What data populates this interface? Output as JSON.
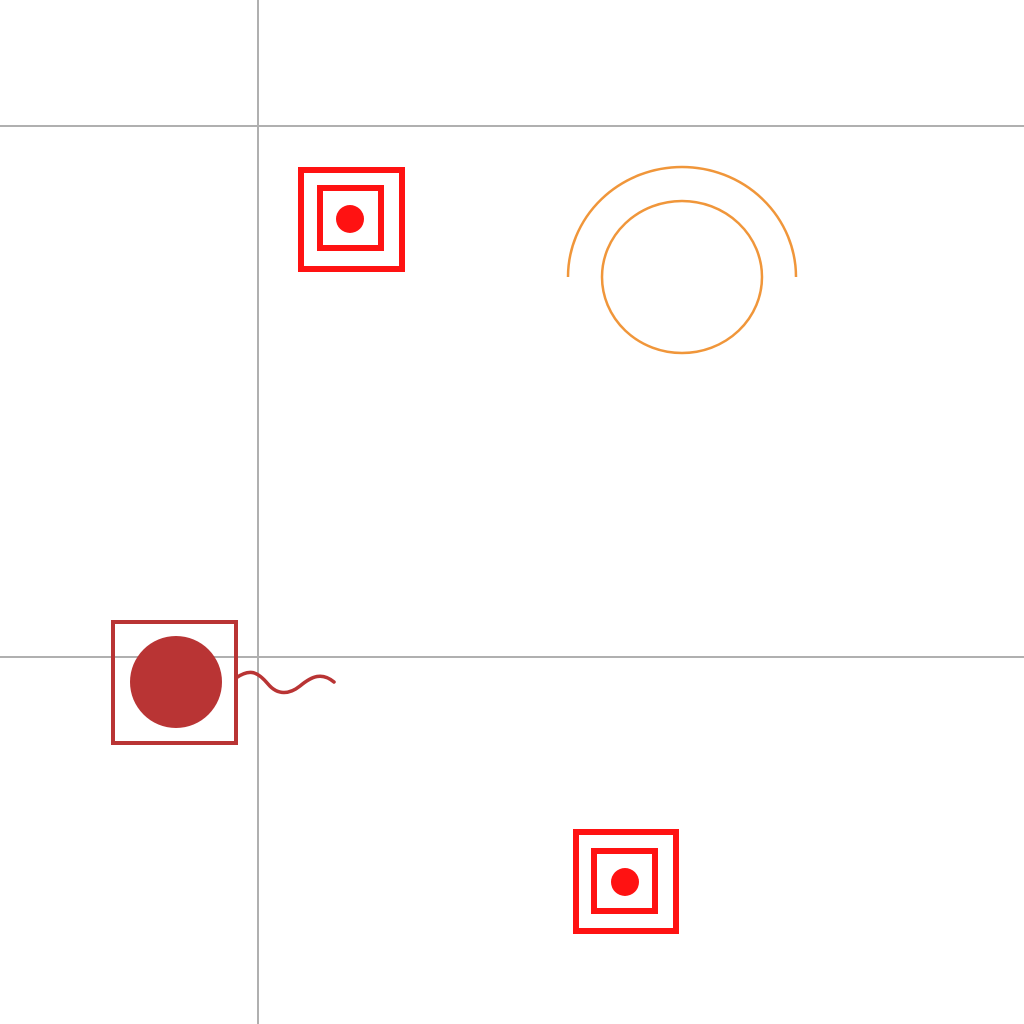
{
  "colors": {
    "background": "#ffffff",
    "grid": "#b0b0b0",
    "target": "#ff1212",
    "block": "#b93434",
    "arc": "#f0963a"
  },
  "symbols": [
    {
      "kind": "target",
      "icon": "concentric-square-target-icon"
    },
    {
      "kind": "target",
      "icon": "concentric-square-target-icon"
    },
    {
      "kind": "block-with-tail",
      "icon": "filled-circle-in-square-icon"
    },
    {
      "kind": "arc-over-circle",
      "icon": "circle-with-arc-icon"
    }
  ]
}
